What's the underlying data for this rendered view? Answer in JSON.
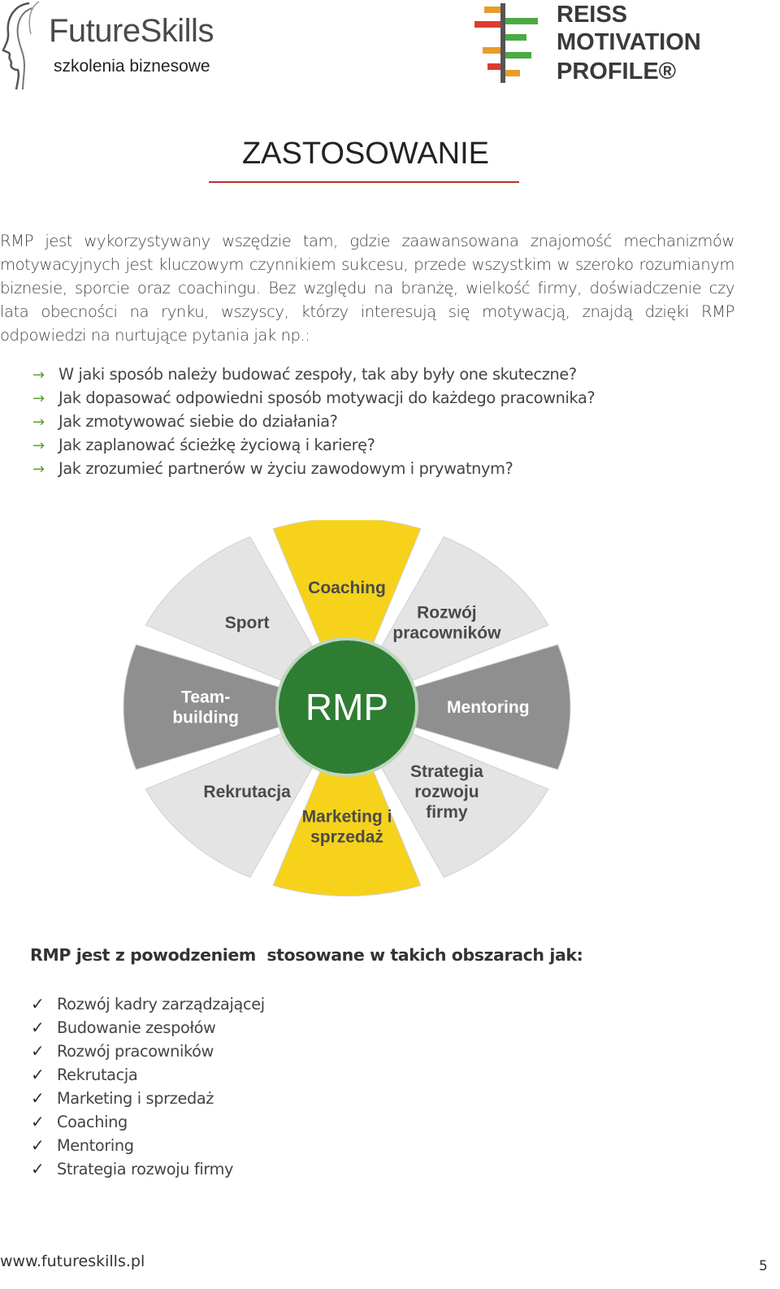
{
  "header": {
    "brand": "FutureSkills",
    "tagline": "szkolenia biznesowe",
    "rmp_logo": [
      "REISS",
      "MOTIVATION",
      "PROFILE®"
    ]
  },
  "title": "ZASTOSOWANIE",
  "intro": "RMP jest wykorzystywany wszędzie tam, gdzie zaawansowana znajomość mechanizmów motywacyjnych jest kluczowym czynnikiem sukcesu, przede wszystkim w szeroko rozumianym biznesie, sporcie oraz coachingu. Bez względu na branżę, wielkość firmy, doświadczenie czy lata obecności na rynku, wszyscy, którzy interesują się motywacją, znajdą dzięki RMP odpowiedzi na nurtujące pytania jak np.:",
  "questions": [
    "W jaki sposób należy budować zespoły, tak aby były one skuteczne?",
    "Jak dopasować odpowiedni sposób motywacji do każdego pracownika?",
    "Jak zmotywować siebie do działania?",
    "Jak zaplanować ścieżkę życiową i karierę?",
    "Jak zrozumieć partnerów w życiu zawodowym i prywatnym?"
  ],
  "wheel": {
    "center": "RMP",
    "segments": [
      {
        "lines": [
          "Coaching"
        ],
        "fill": "#f6d21b"
      },
      {
        "lines": [
          "Rozwój",
          "pracowników"
        ],
        "fill": "#e4e4e4"
      },
      {
        "lines": [
          "Mentoring"
        ],
        "fill": "#8f8f8f"
      },
      {
        "lines": [
          "Strategia",
          "rozwoju",
          "firmy"
        ],
        "fill": "#e4e4e4"
      },
      {
        "lines": [
          "Marketing i",
          "sprzedaż"
        ],
        "fill": "#f6d21b"
      },
      {
        "lines": [
          "Rekrutacja"
        ],
        "fill": "#e4e4e4"
      },
      {
        "lines": [
          "Team-",
          "building"
        ],
        "fill": "#8f8f8f"
      },
      {
        "lines": [
          "Sport"
        ],
        "fill": "#e4e4e4"
      }
    ]
  },
  "areas_title": "RMP jest z powodzeniem  stosowane w takich obszarach jak:",
  "areas": [
    "Rozwój kadry zarządzającej",
    "Budowanie zespołów",
    "Rozwój pracowników",
    "Rekrutacja",
    "Marketing i sprzedaż",
    "Coaching",
    "Mentoring",
    "Strategia rozwoju firmy"
  ],
  "footer": {
    "url": "www.futureskills.pl",
    "page": "5"
  },
  "colors": {
    "accent_red": "#c0302a",
    "arrow_green": "#5aa130",
    "rmp_green": "#2e7d32"
  }
}
